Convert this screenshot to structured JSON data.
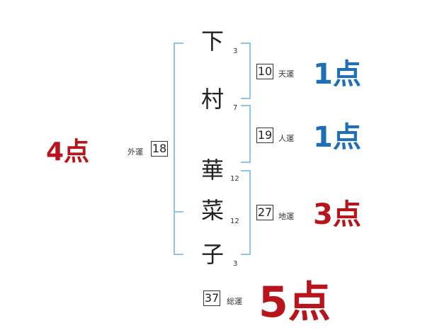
{
  "name_chars": [
    {
      "char": "下",
      "strokes": "3"
    },
    {
      "char": "村",
      "strokes": "7"
    },
    {
      "char": "華",
      "strokes": "12"
    },
    {
      "char": "菜",
      "strokes": "12"
    },
    {
      "char": "子",
      "strokes": "3"
    }
  ],
  "fortunes": {
    "tenun": {
      "label": "天運",
      "value": "10",
      "score": "1点"
    },
    "jinun": {
      "label": "人運",
      "value": "19",
      "score": "1点"
    },
    "chiun": {
      "label": "地運",
      "value": "27",
      "score": "3点"
    },
    "gaiun": {
      "label": "外運",
      "value": "18",
      "score": "4点"
    },
    "souun": {
      "label": "総運",
      "value": "37",
      "score": "5点"
    }
  },
  "colors": {
    "good": "#1f6fb8",
    "bad": "#b7141b",
    "bracket": "#8fc4e4"
  }
}
